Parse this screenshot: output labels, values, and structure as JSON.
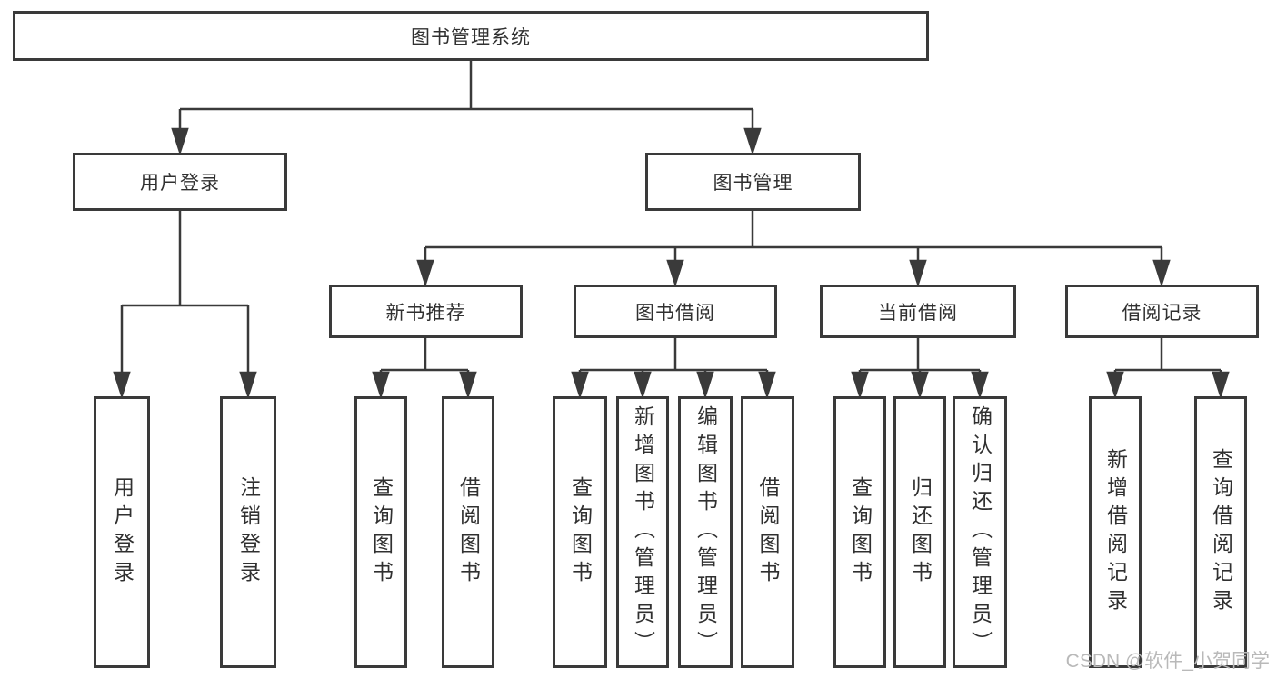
{
  "diagram": {
    "root": "图书管理系统",
    "user_login": {
      "label": "用户登录",
      "children": [
        "用户登录",
        "注销登录"
      ]
    },
    "book_mgmt": {
      "label": "图书管理",
      "groups": [
        {
          "label": "新书推荐",
          "children": [
            "查询图书",
            "借阅图书"
          ]
        },
        {
          "label": "图书借阅",
          "children": [
            "查询图书",
            "新增图书（管理员）",
            "编辑图书（管理员）",
            "借阅图书"
          ]
        },
        {
          "label": "当前借阅",
          "children": [
            "查询图书",
            "归还图书",
            "确认归还（管理员）"
          ]
        },
        {
          "label": "借阅记录",
          "children": [
            "新增借阅记录",
            "查询借阅记录"
          ]
        }
      ]
    }
  },
  "colors": {
    "line": "#3a3a3a",
    "text": "#303030",
    "watermark": "#b9b9b9",
    "background": "#ffffff"
  },
  "watermark": "CSDN @软件_小贺同学"
}
